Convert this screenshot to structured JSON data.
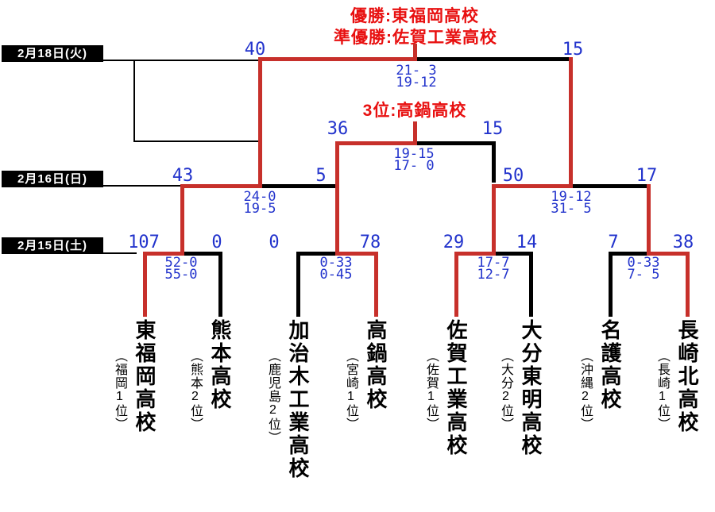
{
  "results": {
    "champion_label": "優勝:東福岡高校",
    "runner_up_label": "準優勝:佐賀工業高校",
    "third_place_label": "3位:高鍋高校"
  },
  "dates": {
    "final_day": "2月18日(火)",
    "semifinal_day": "2月16日(日)",
    "first_round_day": "2月15日(土)"
  },
  "colors": {
    "winner_path": "#c7302b",
    "bracket_line": "#000000",
    "score_text": "#2233cc",
    "result_text": "#e81010",
    "date_label_bg": "#000000",
    "date_label_text": "#ffffff"
  },
  "teams": [
    {
      "name": "東福岡高校",
      "seed": "（福岡1位）",
      "winner_path": true
    },
    {
      "name": "熊本高校",
      "seed": "（熊本2位）",
      "winner_path": false
    },
    {
      "name": "加治木工業高校",
      "seed": "（鹿児島2位）",
      "winner_path": false
    },
    {
      "name": "高鍋高校",
      "seed": "（宮崎1位）",
      "winner_path": true
    },
    {
      "name": "佐賀工業高校",
      "seed": "（佐賀1位）",
      "winner_path": true
    },
    {
      "name": "大分東明高校",
      "seed": "（大分2位）",
      "winner_path": false
    },
    {
      "name": "名護高校",
      "seed": "（沖縄2位）",
      "winner_path": false
    },
    {
      "name": "長崎北高校",
      "seed": "（長崎1位）",
      "winner_path": true
    }
  ],
  "matches": {
    "qf1": {
      "left_score": "107",
      "right_score": "0",
      "halves": [
        "52-0",
        "55-0"
      ]
    },
    "qf2": {
      "left_score": "0",
      "right_score": "78",
      "halves": [
        "0-33",
        "0-45"
      ]
    },
    "qf3": {
      "left_score": "29",
      "right_score": "14",
      "halves": [
        "17-7",
        "12-7"
      ]
    },
    "qf4": {
      "left_score": "7",
      "right_score": "38",
      "halves": [
        "0-33",
        "7- 5"
      ]
    },
    "sf1": {
      "left_score": "43",
      "right_score": "5",
      "halves": [
        "24-0",
        "19-5"
      ]
    },
    "sf2": {
      "left_score": "50",
      "right_score": "17",
      "halves": [
        "19-12",
        "31- 5"
      ]
    },
    "third_place": {
      "left_score": "36",
      "right_score": "15",
      "halves": [
        "19-15",
        "17- 0"
      ]
    },
    "final": {
      "left_score": "40",
      "right_score": "15",
      "halves": [
        "21- 3",
        "19-12"
      ]
    }
  }
}
